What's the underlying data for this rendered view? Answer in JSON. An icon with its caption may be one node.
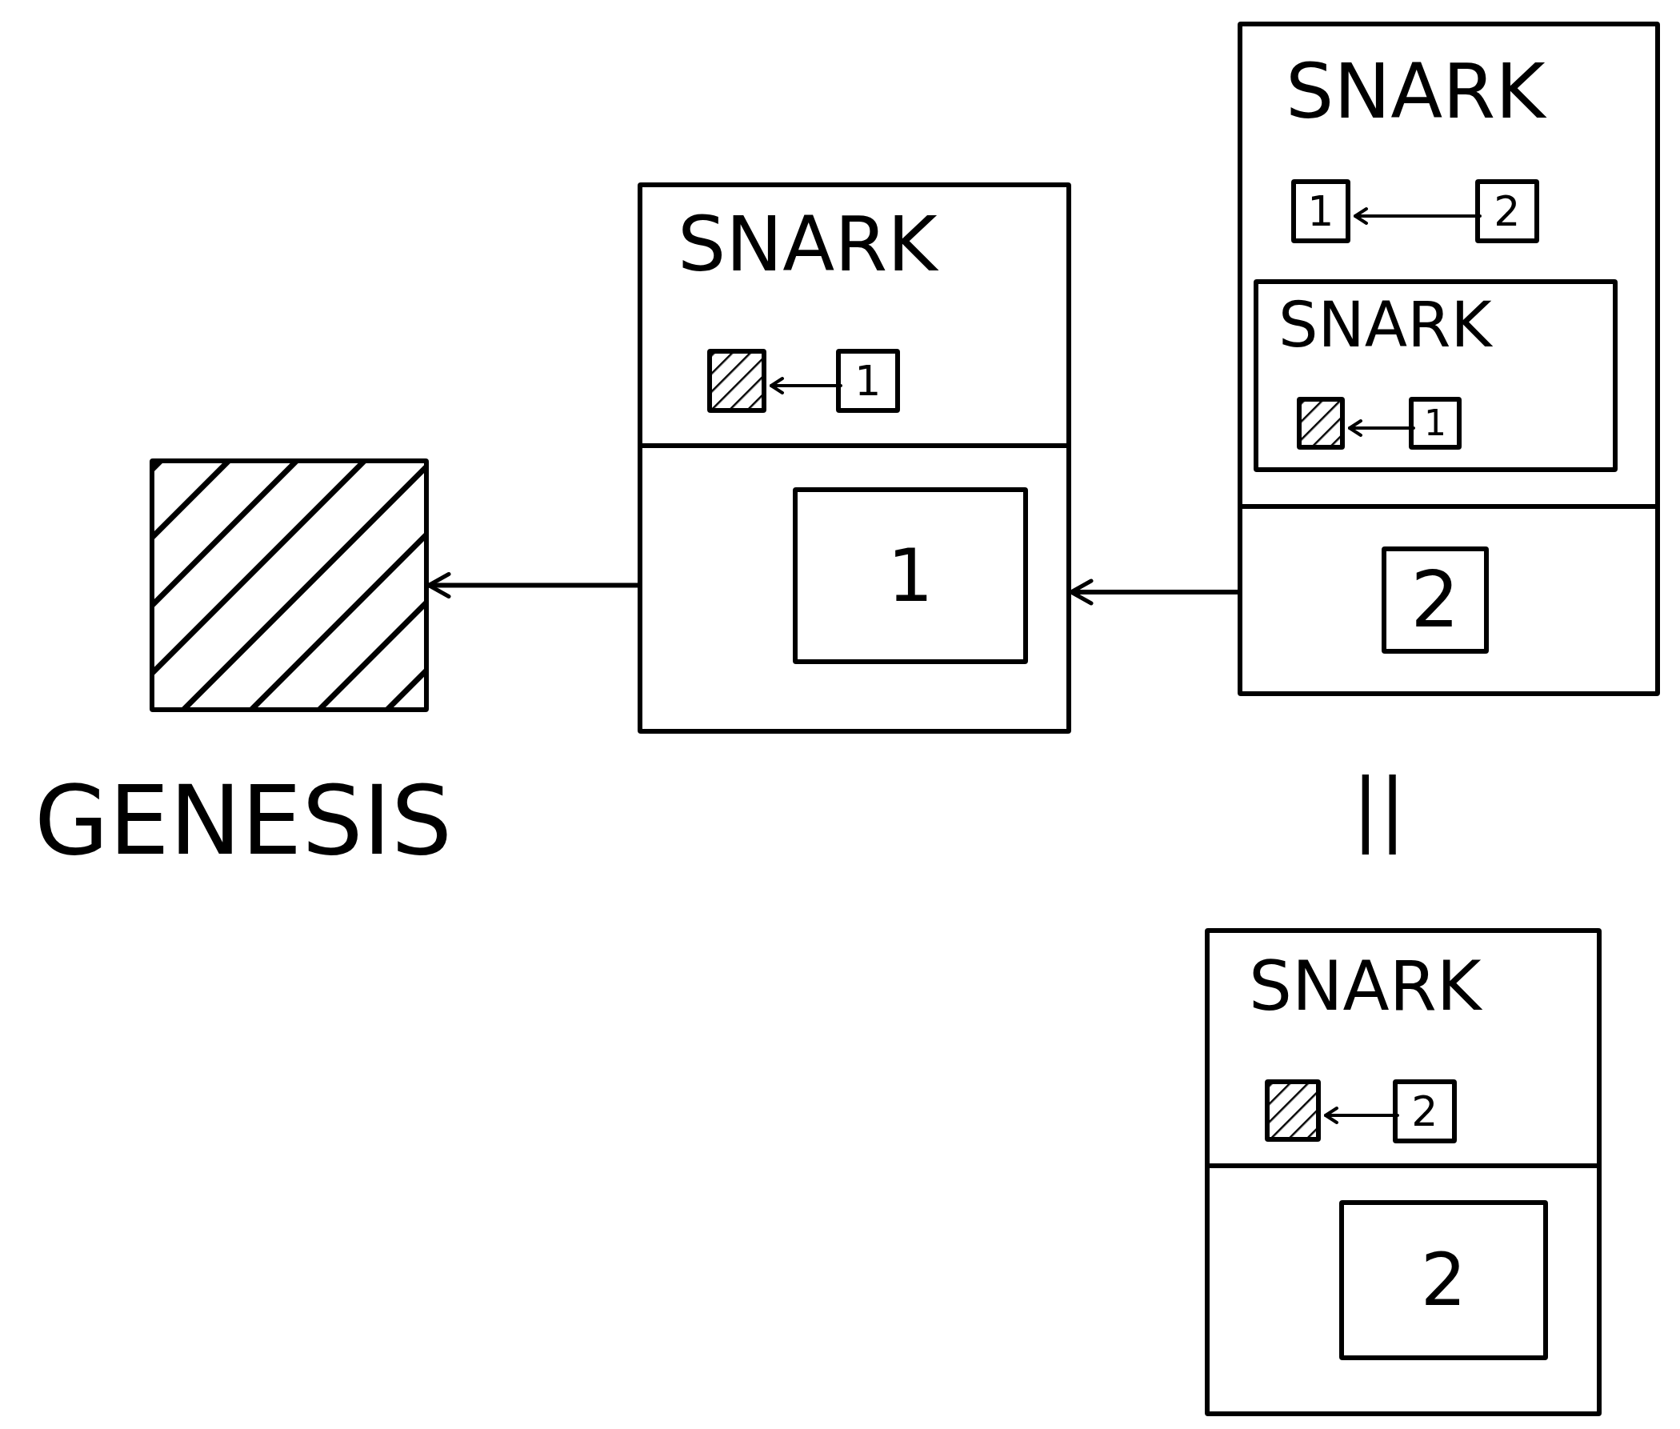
{
  "diagram": {
    "nodes": [
      {
        "text": [
          "GENESIS"
        ]
      },
      {
        "text": [],
        "shape": "box"
      },
      {
        "text": [
          "SNARK"
        ],
        "in": 1
      },
      {
        "text": [],
        "shape": "box",
        "in": 2
      },
      {
        "text": [
          "1"
        ],
        "in": 2
      },
      {
        "text": [
          "1"
        ],
        "in": 1
      },
      {
        "text": [],
        "shape": "box"
      },
      {
        "text": [
          "SNARK"
        ],
        "in": 6
      },
      {
        "text": [
          "1"
        ],
        "in": 7
      },
      {
        "text": [
          "2"
        ],
        "in": 7
      },
      {
        "text": [
          "SNARK"
        ],
        "in": 7
      },
      {
        "text": [],
        "shape": "box",
        "in": 10
      },
      {
        "text": [
          "1"
        ],
        "in": 10
      },
      {
        "text": [
          "2"
        ],
        "in": 6
      },
      {
        "text": [],
        "shape": "box"
      },
      {
        "text": [
          "SNARK"
        ],
        "in": 14
      },
      {
        "text": [],
        "shape": "box",
        "in": 15
      },
      {
        "text": [
          "2"
        ],
        "in": 15
      },
      {
        "text": [
          "2"
        ],
        "in": 14
      }
    ],
    "edges": [
      {
        "from": 1,
        "to": 0,
        "arrow": "to"
      },
      {
        "from": 6,
        "to": 1,
        "arrow": "to"
      },
      {
        "from": 4,
        "to": 3,
        "arrow": "to"
      },
      {
        "from": 9,
        "to": 8,
        "arrow": "to"
      },
      {
        "from": 12,
        "to": 11,
        "arrow": "to"
      },
      {
        "from": 17,
        "to": 16,
        "arrow": "to"
      }
    ],
    "labels": [
      "||"
    ]
  }
}
